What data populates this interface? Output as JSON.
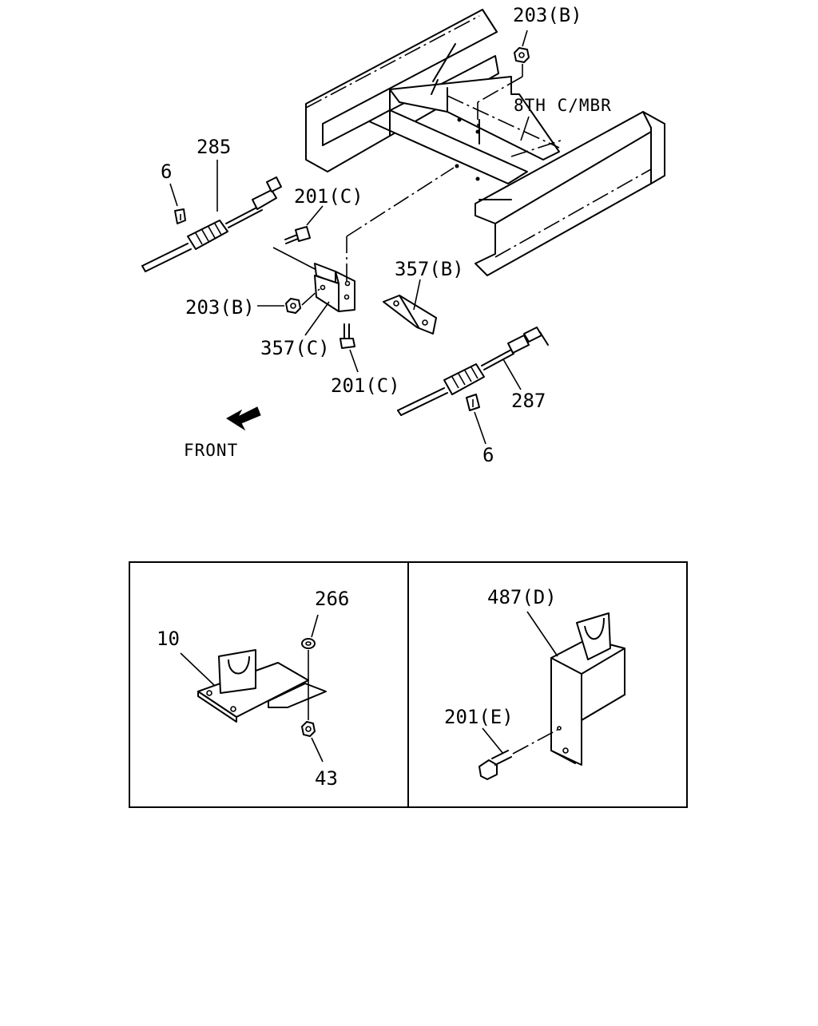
{
  "diagram": {
    "front_label": "FRONT",
    "member_label": "8TH C/MBR",
    "callouts": {
      "c_203b_top": "203(B)",
      "c_285": "285",
      "c_6_left": "6",
      "c_201c_top": "201(C)",
      "c_357b": "357(B)",
      "c_203b_left": "203(B)",
      "c_357c": "357(C)",
      "c_201c_bottom": "201(C)",
      "c_287": "287",
      "c_6_right": "6"
    },
    "inset_left": {
      "c_266": "266",
      "c_10": "10",
      "c_43": "43"
    },
    "inset_right": {
      "c_487d": "487(D)",
      "c_201e": "201(E)"
    }
  }
}
